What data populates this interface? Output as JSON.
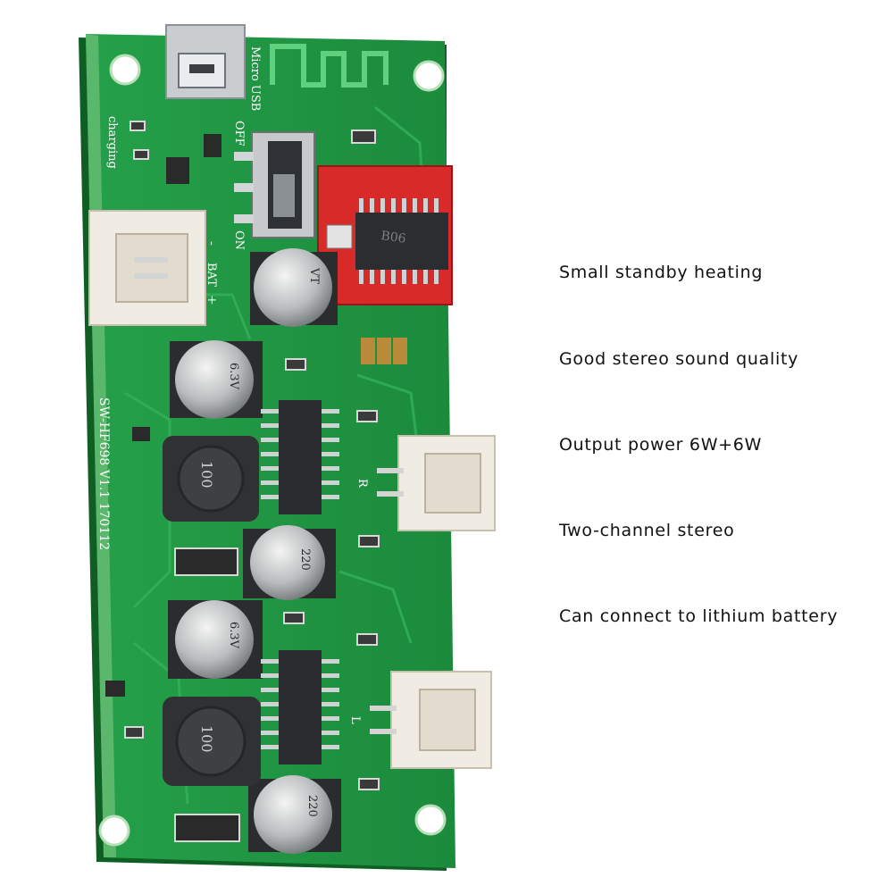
{
  "board": {
    "silkscreen": {
      "usb_label": "Micro USB",
      "switch_off": "OFF",
      "switch_on": "ON",
      "charging": "charging",
      "bat_minus": "-",
      "bat_plus": "+",
      "bat_label": "BAT",
      "model": "SW-HF698 V1.1 170112",
      "right_label": "R",
      "left_label": "L"
    },
    "chip_marking": "B06",
    "inductor_marking": "100",
    "cap_volts": "6.3V",
    "cap_value": "220",
    "cap_series": "VT",
    "colors": {
      "pcb": "#1f8f3f",
      "module": "#d92a2a",
      "connector": "#f1ece3"
    }
  },
  "features": [
    "Small standby heating",
    "Good stereo sound quality",
    "Output power 6W+6W",
    "Two-channel stereo",
    "Can connect to lithium battery"
  ]
}
